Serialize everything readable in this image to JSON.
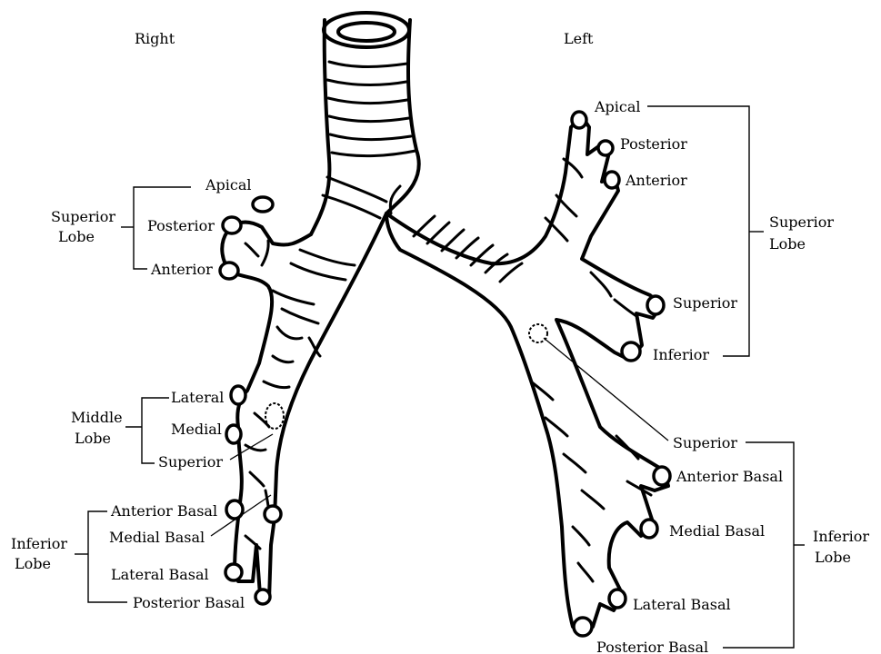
{
  "sides": {
    "right": "Right",
    "left": "Left"
  },
  "right": {
    "superior_lobe": {
      "group": [
        "Superior",
        "Lobe"
      ],
      "segments": [
        "Apical",
        "Posterior",
        "Anterior"
      ]
    },
    "middle_lobe": {
      "group": [
        "Middle",
        "Lobe"
      ],
      "segments": [
        "Lateral",
        "Medial",
        "Superior"
      ]
    },
    "inferior_lobe": {
      "group": [
        "Inferior",
        "Lobe"
      ],
      "segments": [
        "Anterior Basal",
        "Medial Basal",
        "Lateral Basal",
        "Posterior Basal"
      ]
    }
  },
  "left": {
    "superior_lobe": {
      "group": [
        "Superior",
        "Lobe"
      ],
      "segments": [
        "Apical",
        "Posterior",
        "Anterior",
        "Superior",
        "Inferior"
      ]
    },
    "inferior_lobe": {
      "group": [
        "Inferior",
        "Lobe"
      ],
      "segments": [
        "Superior",
        "Anterior Basal",
        "Medial Basal",
        "Lateral Basal",
        "Posterior Basal"
      ]
    }
  }
}
